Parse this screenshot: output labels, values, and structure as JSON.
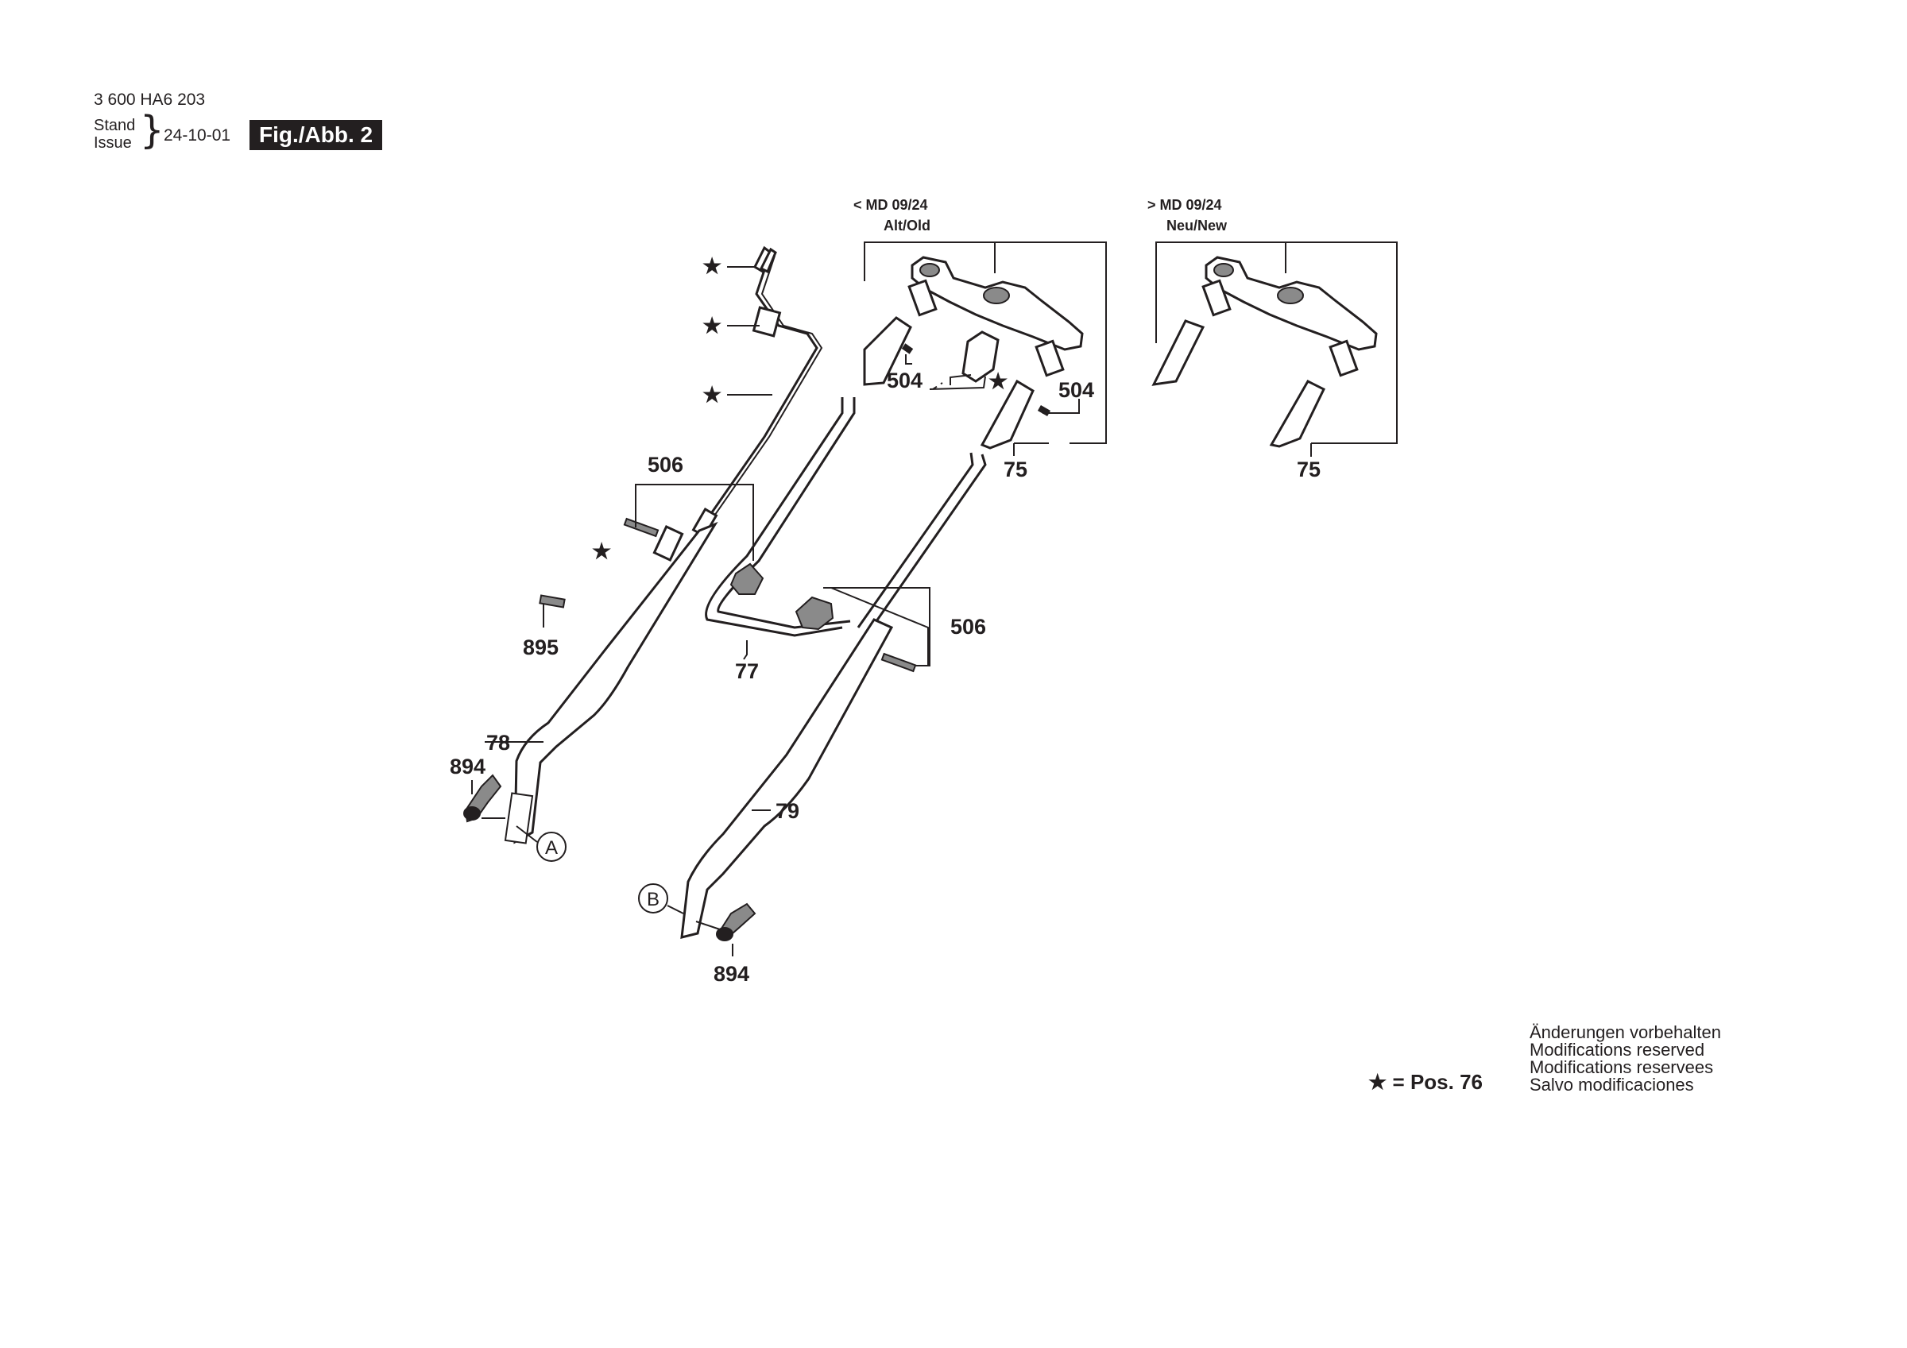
{
  "header": {
    "part_number": "3 600 HA6 203",
    "stand_label": "Stand",
    "issue_label": "Issue",
    "brace": "}",
    "date": "24-10-01",
    "figure_label": "Fig./Abb. 2"
  },
  "variants": {
    "old": {
      "version": "< MD 09/24",
      "label": "Alt/Old"
    },
    "new": {
      "version": "> MD 09/24",
      "label": "Neu/New"
    }
  },
  "callouts": {
    "star_symbol": "★",
    "p75_old": "75",
    "p75_new": "75",
    "p504_left": "504",
    "p504_right": "504",
    "p506_upper": "506",
    "p506_lower": "506",
    "p895": "895",
    "p77": "77",
    "p78": "78",
    "p79": "79",
    "p894_left": "894",
    "p894_right": "894",
    "marker_a": "A",
    "marker_b": "B"
  },
  "legend": {
    "star_note": "★ = Pos. 76",
    "modifications": [
      "Änderungen vorbehalten",
      "Modifications reserved",
      "Modifications reservees",
      "Salvo modificaciones"
    ]
  }
}
